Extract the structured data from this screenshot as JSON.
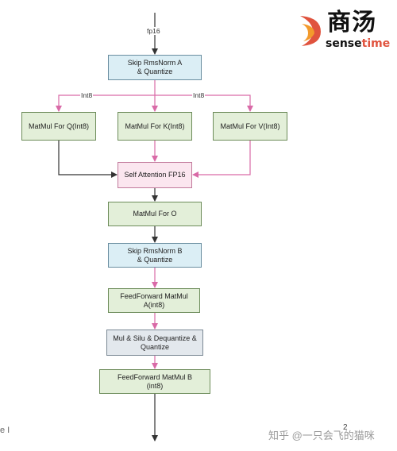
{
  "diagram": {
    "input_label": "fp16",
    "nodes": {
      "rmsnorm_a": "Skip RmsNorm A\n& Quantize",
      "matmul_q": "MatMul For Q(Int8)",
      "matmul_k": "MatMul For K(Int8)",
      "matmul_v": "MatMul For V(Int8)",
      "self_attention": "Self Attention FP16",
      "matmul_o": "MatMul For O",
      "rmsnorm_b": "Skip RmsNorm B\n& Quantize",
      "ff_a": "FeedForward MatMul\nA(int8)",
      "mul_silu": "Mul & Silu & Dequantize &\nQuantize",
      "ff_b": "FeedForward MatMul B\n(int8)"
    },
    "edge_labels": {
      "left_int8": "Int8",
      "right_int8": "Int8"
    },
    "colors": {
      "pink_arrow": "#d96aa7",
      "dark_arrow": "#333333",
      "blue_fill": "#dbeef5",
      "green_fill": "#e3efd9",
      "pink_fill": "#fbe6ef",
      "grey_fill": "#e3e8ed"
    }
  },
  "logo": {
    "chinese": "商汤",
    "english_main": "sense",
    "english_accent": "time",
    "accent_color": "#e0533e"
  },
  "footer": {
    "left_fragment": "e I",
    "page_number": "2",
    "watermark": "知乎 @一只会飞的猫咪"
  }
}
